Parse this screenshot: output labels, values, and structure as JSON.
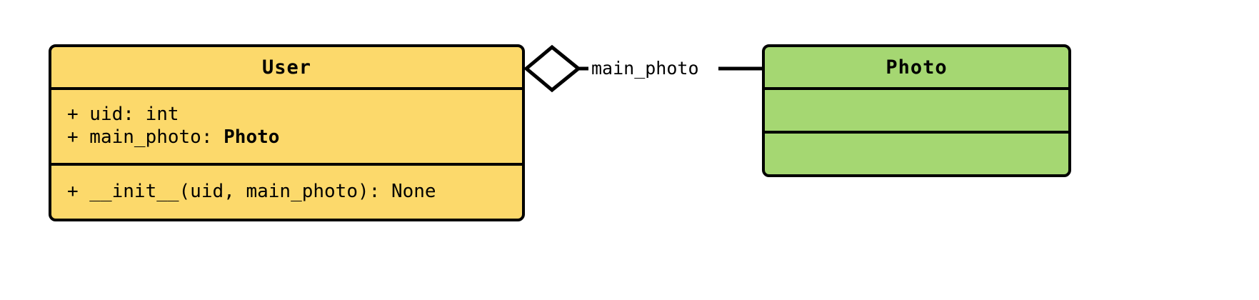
{
  "diagram": {
    "type": "uml-class-diagram",
    "background": "#ffffff",
    "stroke_color": "#000000"
  },
  "classes": [
    {
      "id": "user",
      "name": "User",
      "fill": "#fcd96b",
      "attributes": [
        {
          "text": "+ uid: int",
          "type_name": "",
          "prefix": "+ uid: int"
        },
        {
          "prefix": "+ main_photo: ",
          "type_name": "Photo"
        }
      ],
      "methods": [
        {
          "text": "+ __init__(uid, main_photo): None"
        }
      ]
    },
    {
      "id": "photo",
      "name": "Photo",
      "fill": "#a5d772",
      "attributes": [],
      "methods": []
    }
  ],
  "relationships": [
    {
      "id": "user-main-photo",
      "kind": "aggregation",
      "source": "User",
      "target": "Photo",
      "label": "main_photo",
      "diamond_fill": "#ffffff",
      "diamond_filled": false
    }
  ]
}
